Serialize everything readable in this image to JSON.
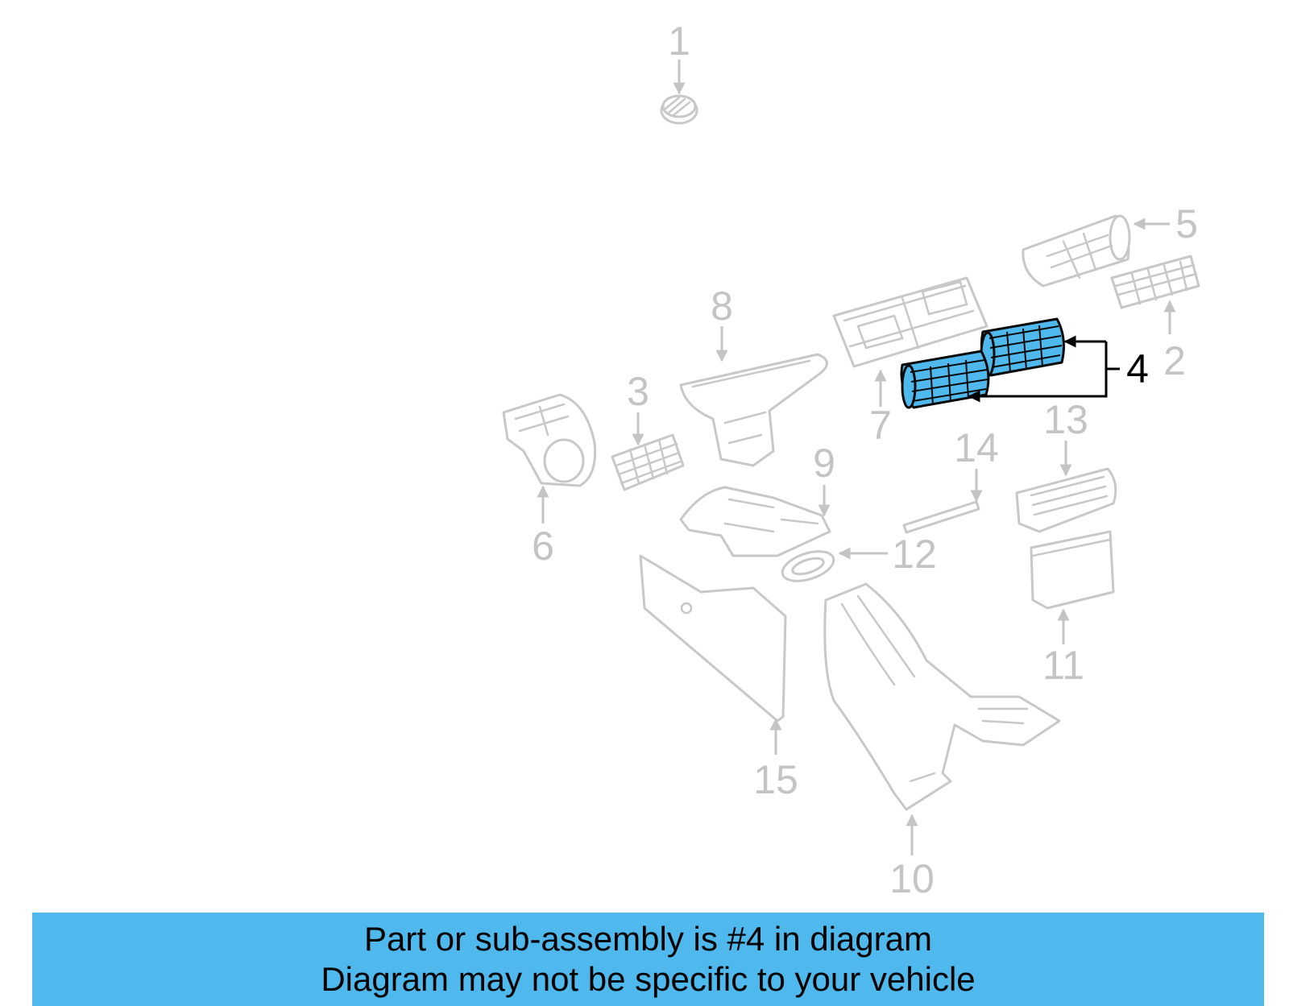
{
  "callouts": [
    {
      "number": "1",
      "active": false
    },
    {
      "number": "2",
      "active": false
    },
    {
      "number": "3",
      "active": false
    },
    {
      "number": "4",
      "active": true
    },
    {
      "number": "5",
      "active": false
    },
    {
      "number": "6",
      "active": false
    },
    {
      "number": "7",
      "active": false
    },
    {
      "number": "8",
      "active": false
    },
    {
      "number": "9",
      "active": false
    },
    {
      "number": "10",
      "active": false
    },
    {
      "number": "11",
      "active": false
    },
    {
      "number": "12",
      "active": false
    },
    {
      "number": "13",
      "active": false
    },
    {
      "number": "14",
      "active": false
    },
    {
      "number": "15",
      "active": false
    }
  ],
  "colors": {
    "highlight": "#4fb8ec",
    "inactive_part": "#c8c8c8",
    "active_label": "#000000",
    "banner": "#4fb8ec"
  },
  "banner": {
    "line1": "Part or sub-assembly is #4 in diagram",
    "line2": "Diagram may not be specific to your vehicle"
  }
}
